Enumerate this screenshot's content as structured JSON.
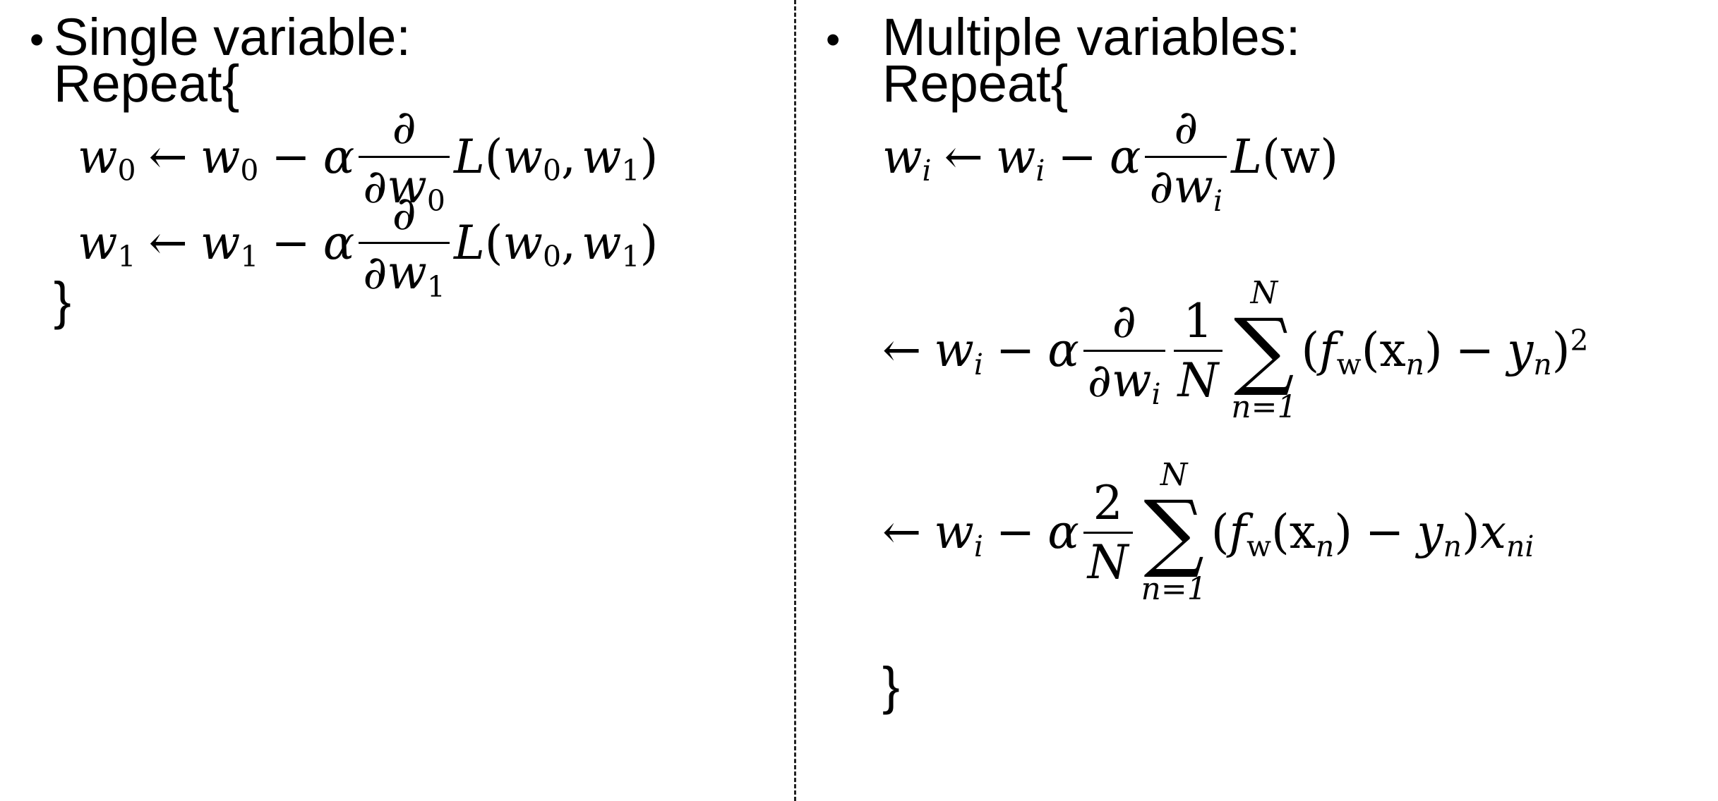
{
  "left": {
    "bullet": "•",
    "heading": "Single variable:",
    "repeat_open": "Repeat{",
    "repeat_close": "}",
    "eq1": {
      "lhs_var": "w",
      "lhs_sub": "0",
      "arrow": "←",
      "rhs_var": "w",
      "rhs_sub": "0",
      "minus": "−",
      "alpha": "α",
      "frac_num": "∂",
      "frac_den_partial": "∂",
      "frac_den_var": "w",
      "frac_den_sub": "0",
      "func": "L",
      "open": "(",
      "arg1_var": "w",
      "arg1_sub": "0",
      "comma": ",",
      "arg2_var": "w",
      "arg2_sub": "1",
      "close": ")"
    },
    "eq2": {
      "lhs_var": "w",
      "lhs_sub": "1",
      "arrow": "←",
      "rhs_var": "w",
      "rhs_sub": "1",
      "minus": "−",
      "alpha": "α",
      "frac_num": "∂",
      "frac_den_partial": "∂",
      "frac_den_var": "w",
      "frac_den_sub": "1",
      "func": "L",
      "open": "(",
      "arg1_var": "w",
      "arg1_sub": "0",
      "comma": ",",
      "arg2_var": "w",
      "arg2_sub": "1",
      "close": ")"
    }
  },
  "right": {
    "bullet": "•",
    "heading": "Multiple variables:",
    "repeat_open": "Repeat{",
    "repeat_close": "}",
    "eq1": {
      "lhs_var": "w",
      "lhs_sub": "i",
      "arrow": "←",
      "rhs_var": "w",
      "rhs_sub": "i",
      "minus": "−",
      "alpha": "α",
      "frac_num": "∂",
      "frac_den_partial": "∂",
      "frac_den_var": "w",
      "frac_den_sub": "i",
      "func": "L",
      "open": "(",
      "arg": "w",
      "close": ")"
    },
    "eq2": {
      "arrow": "←",
      "rhs_var": "w",
      "rhs_sub": "i",
      "minus": "−",
      "alpha": "α",
      "frac_num": "∂",
      "frac_den_partial": "∂",
      "frac_den_var": "w",
      "frac_den_sub": "i",
      "frac2_num": "1",
      "frac2_den": "N",
      "sum_top": "N",
      "sigma": "∑",
      "sum_bottom": "n=1",
      "open": "(",
      "f": "f",
      "f_sub": "w",
      "inner_open": "(",
      "x": "x",
      "x_sub": "n",
      "inner_close": ")",
      "minus2": "−",
      "y": "y",
      "y_sub": "n",
      "close": ")",
      "power": "2"
    },
    "eq3": {
      "arrow": "←",
      "rhs_var": "w",
      "rhs_sub": "i",
      "minus": "−",
      "alpha": "α",
      "frac_num": "2",
      "frac_den": "N",
      "sum_top": "N",
      "sigma": "∑",
      "sum_bottom": "n=1",
      "open": "(",
      "f": "f",
      "f_sub": "w",
      "inner_open": "(",
      "x": "x",
      "x_sub": "n",
      "inner_close": ")",
      "minus2": "−",
      "y": "y",
      "y_sub": "n",
      "close": ")",
      "tail_var": "x",
      "tail_sub": "ni"
    }
  }
}
